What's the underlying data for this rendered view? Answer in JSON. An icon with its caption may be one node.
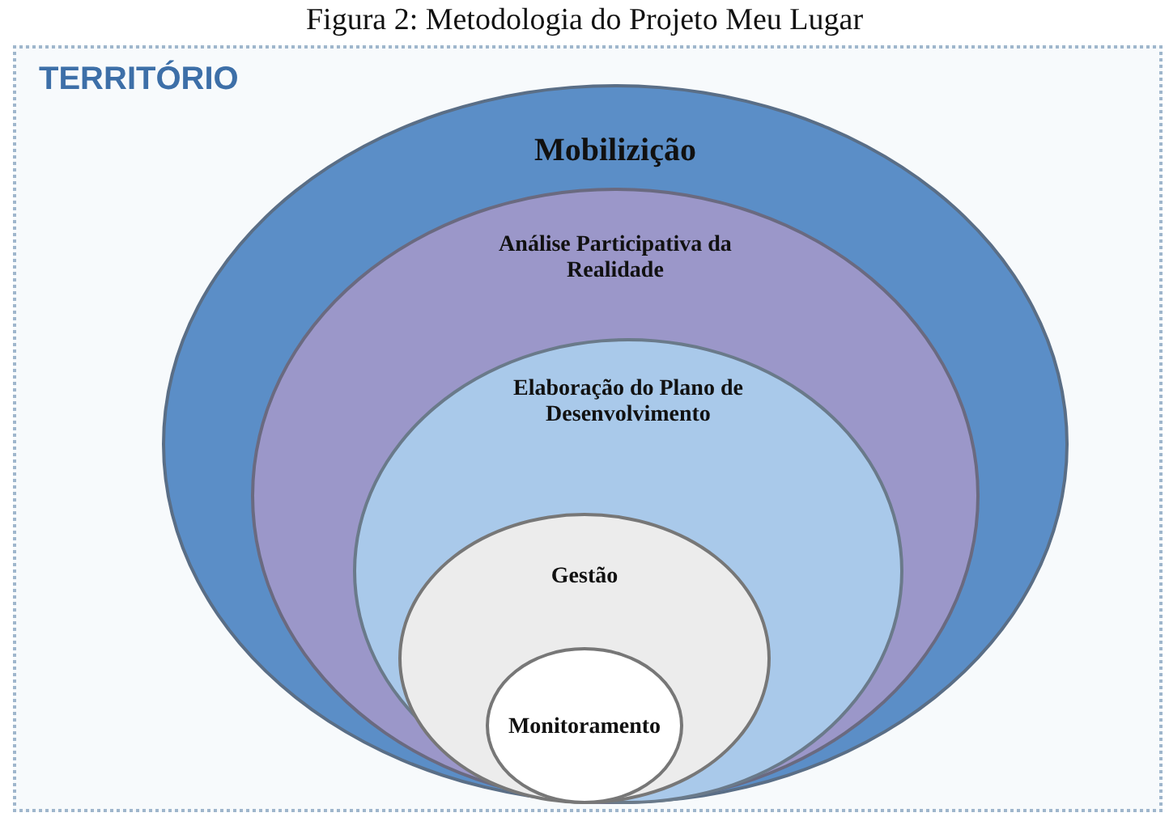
{
  "diagram": {
    "title": "Figura 2: Metodologia do Projeto Meu Lugar",
    "nodes": [
      {
        "text": [
          "TERRITÓRIO"
        ]
      },
      {
        "text": [
          "Mobilizição"
        ],
        "in": 0
      },
      {
        "text": [
          "Análise Participativa da Realidade"
        ],
        "in": 1
      },
      {
        "text": [
          "Elaboração do Plano de Desenvolvimento"
        ],
        "in": 2
      },
      {
        "text": [
          "Gestão"
        ],
        "in": 3
      },
      {
        "text": [
          "Monitoramento"
        ],
        "in": 4
      }
    ],
    "edges": []
  }
}
